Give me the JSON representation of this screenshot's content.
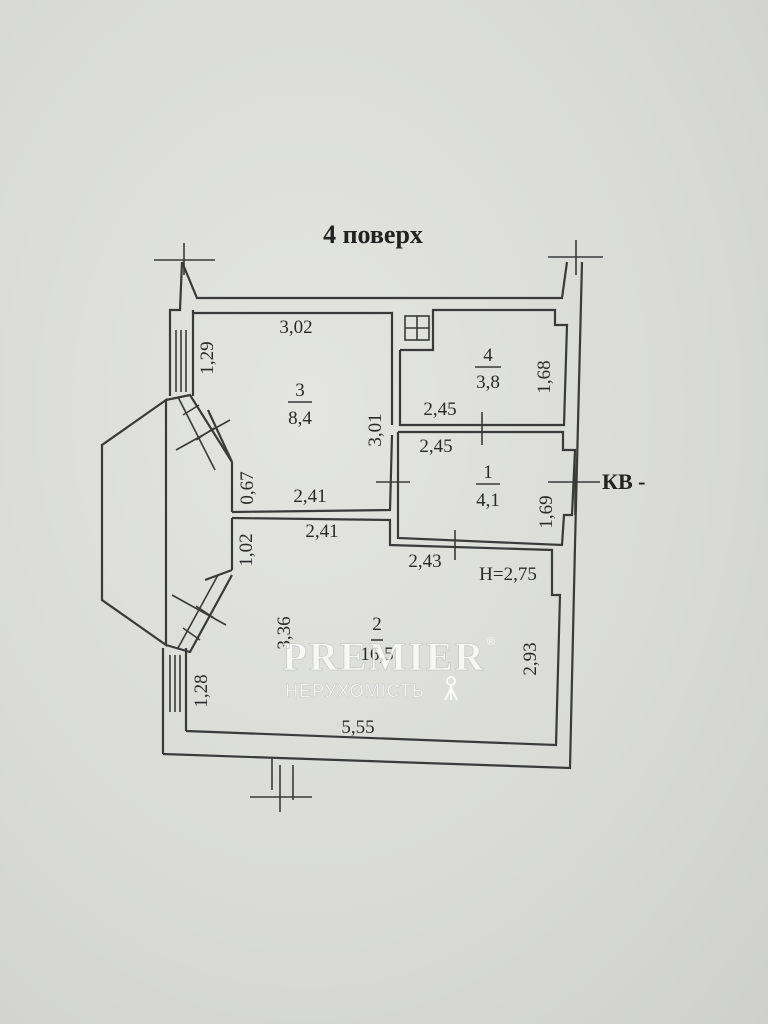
{
  "floor_title": "4 поверх",
  "entrance_label": "КВ -",
  "ceiling_height": "H=2,75",
  "rooms": [
    {
      "number": "1",
      "area": "4,1"
    },
    {
      "number": "2",
      "area": "16,5"
    },
    {
      "number": "3",
      "area": "8,4"
    },
    {
      "number": "4",
      "area": "3,8"
    }
  ],
  "dimensions": {
    "room3_top": "3,02",
    "room3_left": "1,29",
    "room3_right": "3,01",
    "room3_bottom": "2,41",
    "bay_upper": "0,67",
    "room4_bottom": "2,45",
    "room4_right": "1,68",
    "room1_top": "2,45",
    "room1_right": "1,69",
    "room1_bottom": "2,43",
    "room2_top": "2,41",
    "room2_left_upper": "1,02",
    "room2_left": "3,36",
    "room2_left_lower": "1,28",
    "room2_right": "2,93",
    "room2_bottom": "5,55"
  },
  "watermark": {
    "brand": "PREMIER",
    "registered": "®",
    "subtitle": "НЕРУХОМІСТЬ"
  }
}
